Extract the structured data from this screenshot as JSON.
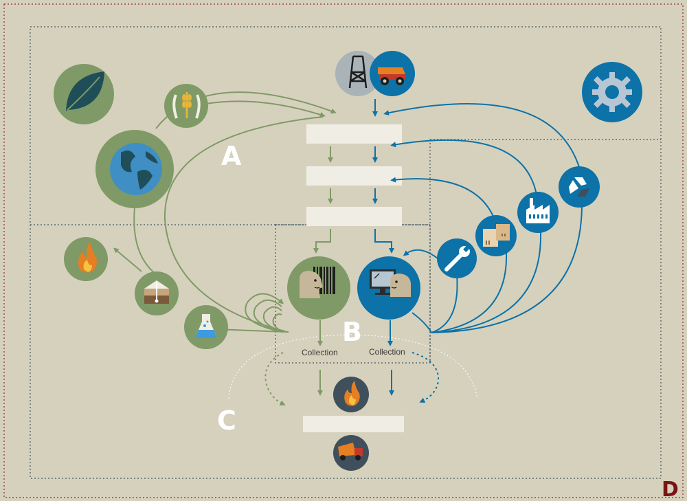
{
  "labels": {
    "a": "A",
    "b": "B",
    "c": "C",
    "d": "D",
    "collection_left": "Collection",
    "collection_right": "Collection"
  },
  "colors": {
    "background": "#d6d1bd",
    "green": "#7f9a66",
    "blue": "#0c72a8",
    "dark": "#3f4f5c",
    "box": "#efede4",
    "zone_d_border": "#8a2a2a",
    "zone_dotted": "#3f5660"
  },
  "icons": {
    "leaf": "leaf-icon",
    "globe": "globe-icon",
    "crops": "wheat-fish-icon",
    "oil": "oil-derrick-icon",
    "truck": "mining-truck-icon",
    "gear": "gear-icon",
    "recycle": "recycle-icon",
    "factory": "factory-icon",
    "boxes": "boxes-icon",
    "wrench": "wrench-icon",
    "fire": "fire-icon",
    "compost": "compost-soil-icon",
    "flask": "flask-icon",
    "consumer_green": "consumer-barcode-icon",
    "consumer_blue": "consumer-computer-icon",
    "landfill_truck": "dump-truck-icon"
  }
}
